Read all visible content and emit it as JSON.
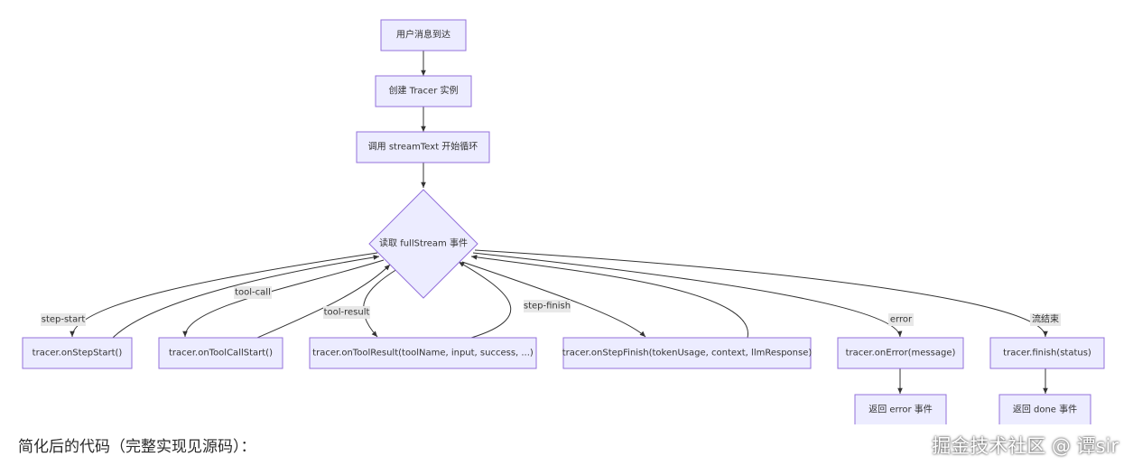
{
  "diagram": {
    "nodes": {
      "msg": "用户消息到达",
      "tracer": "创建 Tracer 实例",
      "stream": "调用 streamText 开始循环",
      "read": "读取 fullStream 事件",
      "stepStart": "tracer.onStepStart()",
      "toolCall": "tracer.onToolCallStart()",
      "toolResult": "tracer.onToolResult(toolName, input, success, ...)",
      "stepFinish": "tracer.onStepFinish(tokenUsage, context, llmResponse)",
      "onError": "tracer.onError(message)",
      "finish": "tracer.finish(status)",
      "retError": "返回 error 事件",
      "retDone": "返回 done 事件"
    },
    "edge_labels": {
      "stepStart": "step-start",
      "toolCall": "tool-call",
      "toolResult": "tool-result",
      "stepFinish": "step-finish",
      "error": "error",
      "end": "流结束"
    }
  },
  "caption": "简化后的代码（完整实现见源码）：",
  "watermark": "掘金技术社区 @ 谭sir",
  "colors": {
    "node_fill": "#ECECFF",
    "node_stroke": "#9370DB",
    "edge": "#333333",
    "edge_label_bg": "#e8e8e8"
  }
}
